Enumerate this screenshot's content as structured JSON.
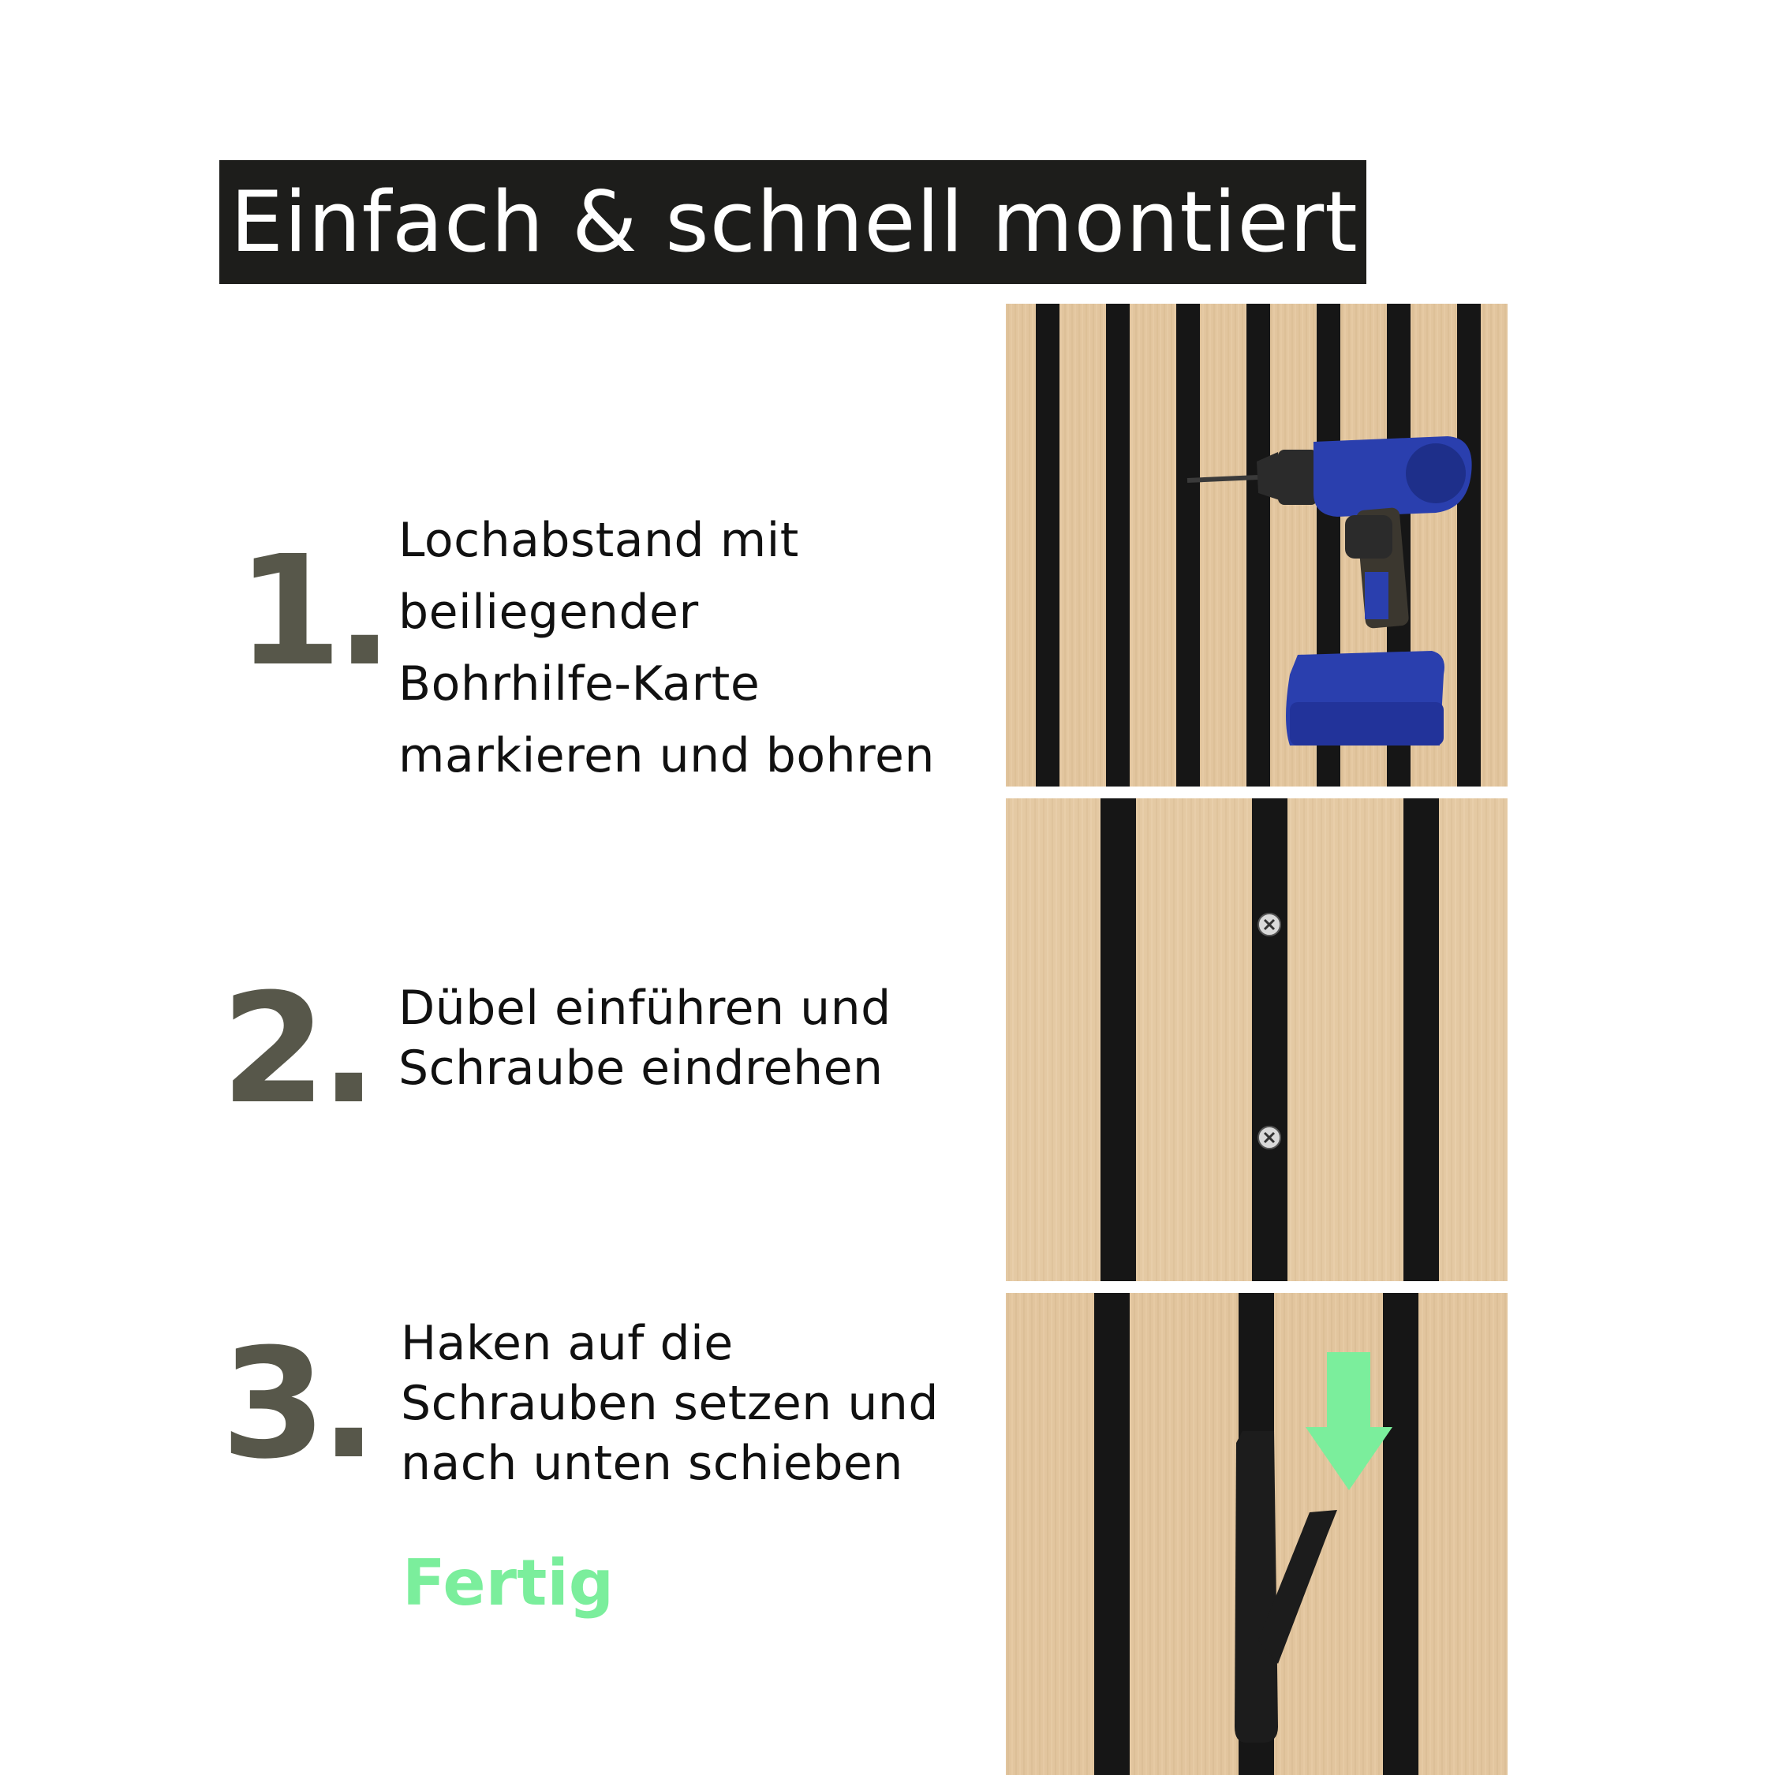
{
  "title": "Einfach & schnell montiert",
  "steps": [
    {
      "number": "1.",
      "text": "Lochabstand mit\nbeiliegender\nBohrhilfe-Karte\nmarkieren und bohren",
      "image": "drill-on-slat-panel"
    },
    {
      "number": "2.",
      "text": "Dübel einführen und\nSchraube eindrehen",
      "image": "screws-in-slat-gap"
    },
    {
      "number": "3.",
      "text": "Haken auf die\nSchrauben setzen und\nnach unten schieben",
      "image": "hook-with-down-arrow"
    }
  ],
  "done_label": "Fertig",
  "colors": {
    "title_bg": "#1d1d1b",
    "number": "#57574a",
    "accent_green": "#7bee9c",
    "wood": "#e2c59e",
    "slat_gap": "#161616",
    "drill_blue": "#2a3fae"
  }
}
